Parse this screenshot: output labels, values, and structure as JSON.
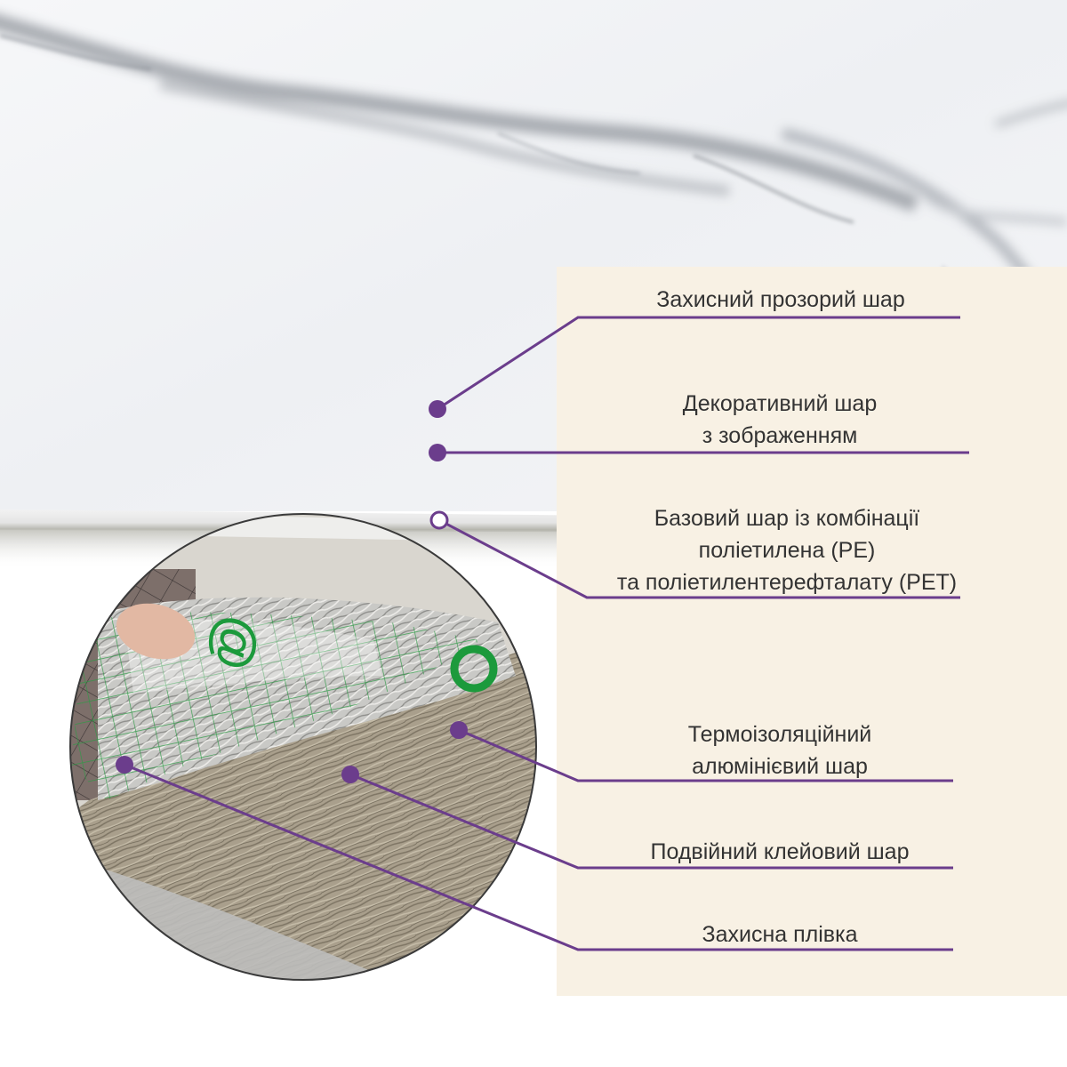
{
  "diagram": {
    "accent_color": "#6b3d8c",
    "panel_color": "#f8f1e4",
    "layers": [
      {
        "id": "protective-clear-layer",
        "lines": [
          "Захисний прозорий шар"
        ],
        "marker": "filled"
      },
      {
        "id": "decorative-layer",
        "lines": [
          "Декоративний шар",
          "з зображенням"
        ],
        "marker": "filled"
      },
      {
        "id": "base-layer",
        "lines": [
          "Базовий шар із комбінації",
          "поліетилена (PE)",
          "та поліетилентерефталату (PET)"
        ],
        "marker": "hollow"
      },
      {
        "id": "thermal-aluminium-layer",
        "lines": [
          "Термоізоляційний",
          "алюмінієвий шар"
        ],
        "marker": "filled"
      },
      {
        "id": "double-adhesive-layer",
        "lines": [
          "Подвійний клейовий шар"
        ],
        "marker": "filled"
      },
      {
        "id": "protective-film",
        "lines": [
          "Захисна плівка"
        ],
        "marker": "filled"
      }
    ],
    "film_logo_glyph": "@"
  }
}
